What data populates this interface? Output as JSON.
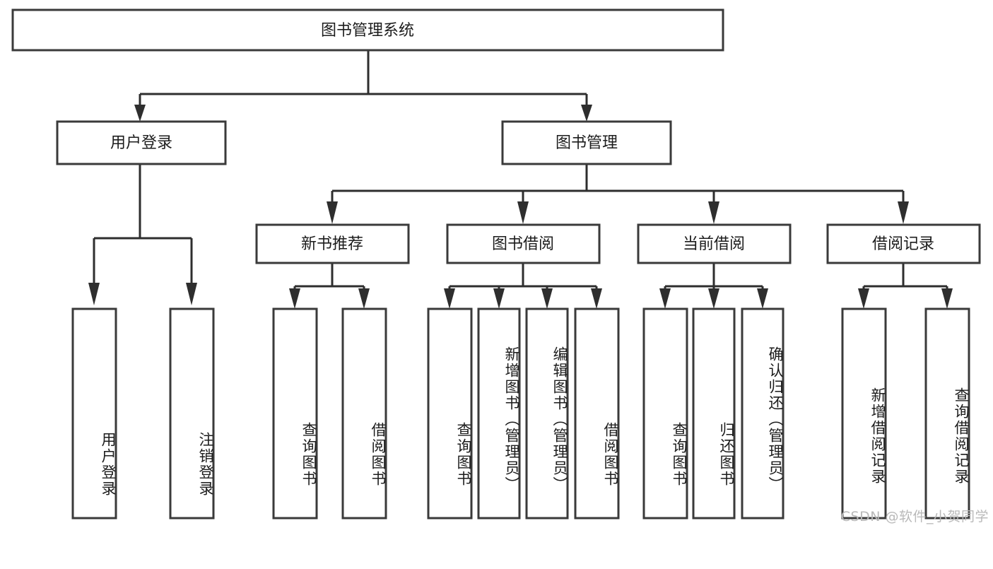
{
  "diagram": {
    "type": "tree-hierarchy",
    "title": "图书管理系统",
    "watermark": "CSDN @软件_小贺同学",
    "colors": {
      "box_fill": "#ffffff",
      "box_stroke": "#3a3a3a",
      "connector": "#2e2e2e",
      "text": "#1c1c1c",
      "watermark": "#b9b9b9",
      "background": "#ffffff"
    },
    "levels": {
      "root": "图书管理系统",
      "level2": [
        "用户登录",
        "图书管理"
      ],
      "level3": [
        "新书推荐",
        "图书借阅",
        "当前借阅",
        "借阅记录"
      ]
    },
    "nodes": {
      "root": {
        "label": "图书管理系统",
        "orientation": "horizontal"
      },
      "user_login": {
        "label": "用户登录",
        "orientation": "horizontal"
      },
      "book_manage": {
        "label": "图书管理",
        "orientation": "horizontal"
      },
      "new_book_rec": {
        "label": "新书推荐",
        "orientation": "horizontal"
      },
      "book_borrow": {
        "label": "图书借阅",
        "orientation": "horizontal"
      },
      "current_borrow": {
        "label": "当前借阅",
        "orientation": "horizontal"
      },
      "borrow_record": {
        "label": "借阅记录",
        "orientation": "horizontal"
      },
      "leaf_user_login": {
        "label": "用户登录",
        "orientation": "vertical"
      },
      "leaf_user_logout": {
        "label": "注销登录",
        "orientation": "vertical"
      },
      "leaf_query_book_1": {
        "label": "查询图书",
        "orientation": "vertical"
      },
      "leaf_borrow_book_1": {
        "label": "借阅图书",
        "orientation": "vertical"
      },
      "leaf_query_book_2": {
        "label": "查询图书",
        "orientation": "vertical"
      },
      "leaf_add_book": {
        "label": "新增图书（管理员）",
        "orientation": "vertical"
      },
      "leaf_edit_book": {
        "label": "编辑图书（管理员）",
        "orientation": "vertical"
      },
      "leaf_borrow_book_2": {
        "label": "借阅图书",
        "orientation": "vertical"
      },
      "leaf_query_book_3": {
        "label": "查询图书",
        "orientation": "vertical"
      },
      "leaf_return_book": {
        "label": "归还图书",
        "orientation": "vertical"
      },
      "leaf_confirm_return": {
        "label": "确认归还（管理员）",
        "orientation": "vertical"
      },
      "leaf_add_record": {
        "label": "新增借阅记录",
        "orientation": "vertical"
      },
      "leaf_query_record": {
        "label": "查询借阅记录",
        "orientation": "vertical"
      }
    },
    "edges": [
      {
        "from": "root",
        "to": "user_login"
      },
      {
        "from": "root",
        "to": "book_manage"
      },
      {
        "from": "user_login",
        "to": "leaf_user_login"
      },
      {
        "from": "user_login",
        "to": "leaf_user_logout"
      },
      {
        "from": "book_manage",
        "to": "new_book_rec"
      },
      {
        "from": "book_manage",
        "to": "book_borrow"
      },
      {
        "from": "book_manage",
        "to": "current_borrow"
      },
      {
        "from": "book_manage",
        "to": "borrow_record"
      },
      {
        "from": "new_book_rec",
        "to": "leaf_query_book_1"
      },
      {
        "from": "new_book_rec",
        "to": "leaf_borrow_book_1"
      },
      {
        "from": "book_borrow",
        "to": "leaf_query_book_2"
      },
      {
        "from": "book_borrow",
        "to": "leaf_add_book"
      },
      {
        "from": "book_borrow",
        "to": "leaf_edit_book"
      },
      {
        "from": "book_borrow",
        "to": "leaf_borrow_book_2"
      },
      {
        "from": "current_borrow",
        "to": "leaf_query_book_3"
      },
      {
        "from": "current_borrow",
        "to": "leaf_return_book"
      },
      {
        "from": "current_borrow",
        "to": "leaf_confirm_return"
      },
      {
        "from": "borrow_record",
        "to": "leaf_add_record"
      },
      {
        "from": "borrow_record",
        "to": "leaf_query_record"
      }
    ]
  }
}
